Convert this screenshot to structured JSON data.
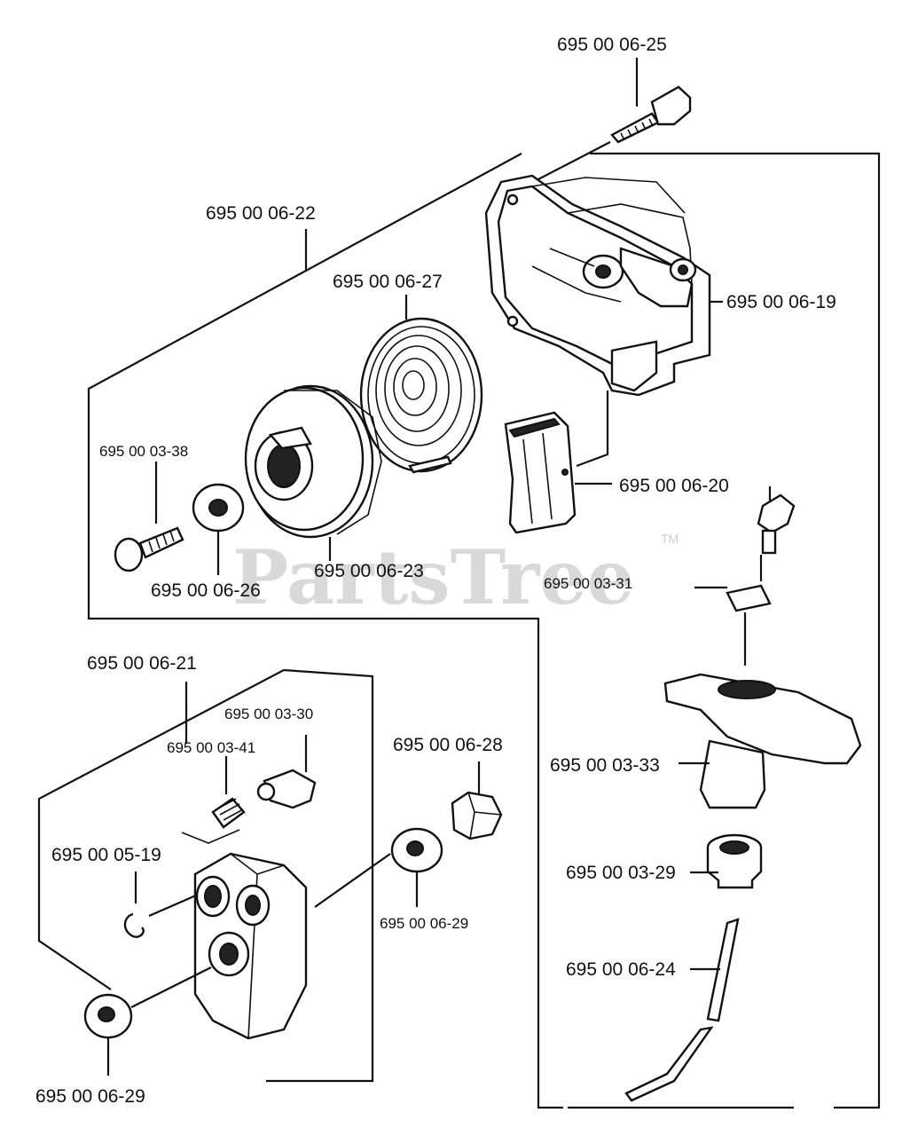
{
  "watermark": {
    "text": "PartsTree",
    "trademark": "TM"
  },
  "labels": {
    "p_06_25": "695 00 06-25",
    "p_06_22": "695 00 06-22",
    "p_06_27": "695 00 06-27",
    "p_06_19": "695 00 06-19",
    "p_03_38": "695 00 03-38",
    "p_06_20": "695 00 06-20",
    "p_06_23": "695 00 06-23",
    "p_06_26": "695 00 06-26",
    "p_03_31": "695 00 03-31",
    "p_06_21": "695 00 06-21",
    "p_03_30": "695 00 03-30",
    "p_03_41": "695 00 03-41",
    "p_06_28": "695 00 06-28",
    "p_05_19": "695 00 05-19",
    "p_06_29a": "695 00 06-29",
    "p_03_33": "695 00 03-33",
    "p_03_29": "695 00 03-29",
    "p_06_24": "695 00 06-24",
    "p_06_29b": "695 00 06-29"
  }
}
